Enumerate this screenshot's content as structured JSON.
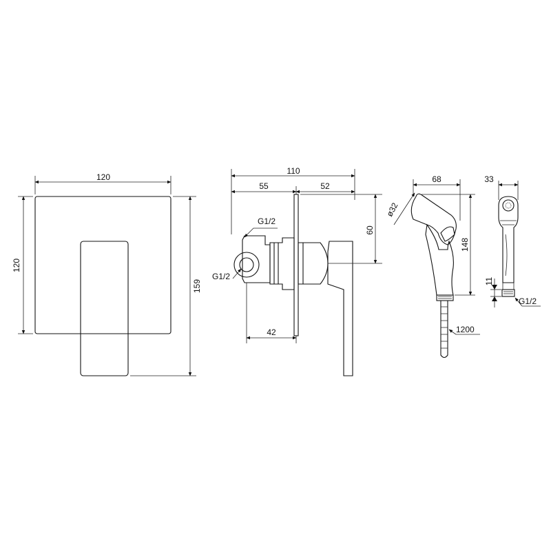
{
  "front_view": {
    "plate_width": "120",
    "plate_height": "120",
    "total_height": "159"
  },
  "side_view": {
    "total_depth": "110",
    "wall_depth": "55",
    "handle_depth": "52",
    "center_height": "60",
    "body_depth": "42",
    "inlet_thread_top": "G1/2",
    "inlet_thread_side": "G1/2"
  },
  "hand_shower_side": {
    "width": "68",
    "head_diameter": "ø32",
    "length": "148",
    "hose_length": "1200"
  },
  "hand_shower_front": {
    "width": "33",
    "connector_height": "11",
    "thread": "G1/2"
  }
}
